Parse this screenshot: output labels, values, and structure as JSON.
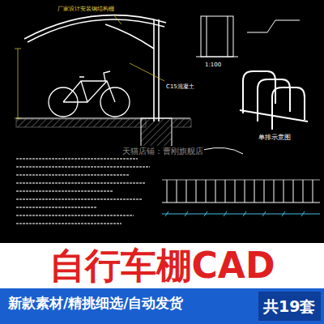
{
  "diagram": {
    "title": "自行车棚CAD",
    "nodes": [
      {
        "text": [
          "新款素材/精挑细选/自动发货"
        ]
      },
      {
        "text": [
          "共19套"
        ],
        "in": 0
      }
    ],
    "labels": [
      "厂家设计安装钢结构棚",
      "C15混凝土",
      "1:100",
      "单排示意图",
      "天猫店铺：曹刚旗舰店"
    ]
  }
}
